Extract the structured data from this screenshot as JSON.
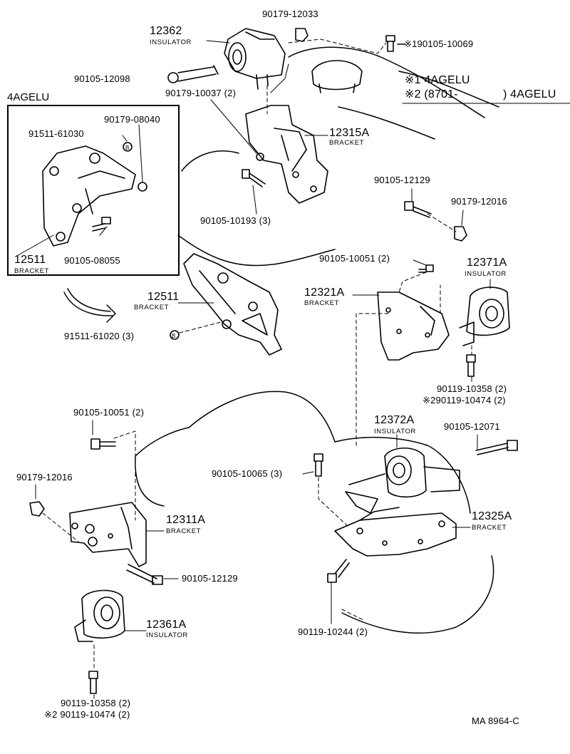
{
  "inset": {
    "title": "4AGELU"
  },
  "notes": {
    "note1": "※1 4AGELU",
    "note2_prefix": "※2 (8701-",
    "note2_suffix": ") 4AGELU"
  },
  "parts": {
    "p_90179_12033": "90179-12033",
    "p_12362": "12362",
    "p_12362_desc": "INSULATOR",
    "p_190105_10069": "※190105-10069",
    "p_90105_12098": "90105-12098",
    "p_90179_10037": "90179-10037 (2)",
    "p_12315A": "12315A",
    "p_12315A_desc": "BRACKET",
    "p_90179_08040": "90179-08040",
    "p_91511_61030": "91511-61030",
    "p_12511_inset": "12511",
    "p_12511_inset_desc": "BRACKET",
    "p_90105_08055": "90105-08055",
    "p_90105_10193": "90105-10193 (3)",
    "p_90105_12129_top": "90105-12129",
    "p_90179_12016_top": "90179-12016",
    "p_90105_10051_top": "90105-10051 (2)",
    "p_12371A": "12371A",
    "p_12371A_desc": "INSULATOR",
    "p_12321A": "12321A",
    "p_12321A_desc": "BRACKET",
    "p_12511": "12511",
    "p_12511_desc": "BRACKET",
    "p_91511_61020": "91511-61020 (3)",
    "p_90119_10358_right": "90119-10358 (2)",
    "p_290119_10474_right": "※290119-10474 (2)",
    "p_90105_10051_left": "90105-10051 (2)",
    "p_12372A": "12372A",
    "p_12372A_desc": "INSULATOR",
    "p_90105_12071": "90105-12071",
    "p_90179_12016_left": "90179-12016",
    "p_90105_10065": "90105-10065 (3)",
    "p_12311A": "12311A",
    "p_12311A_desc": "BRACKET",
    "p_12325A": "12325A",
    "p_12325A_desc": "BRACKET",
    "p_90105_12129_bottom": "90105-12129",
    "p_12361A": "12361A",
    "p_12361A_desc": "INSULATOR",
    "p_90119_10244": "90119-10244 (2)",
    "p_90119_10358_bottom": "90119-10358 (2)",
    "p_290119_10474_bottom": "※2 90119-10474 (2)"
  },
  "footer": {
    "code": "MA 8964-C"
  }
}
